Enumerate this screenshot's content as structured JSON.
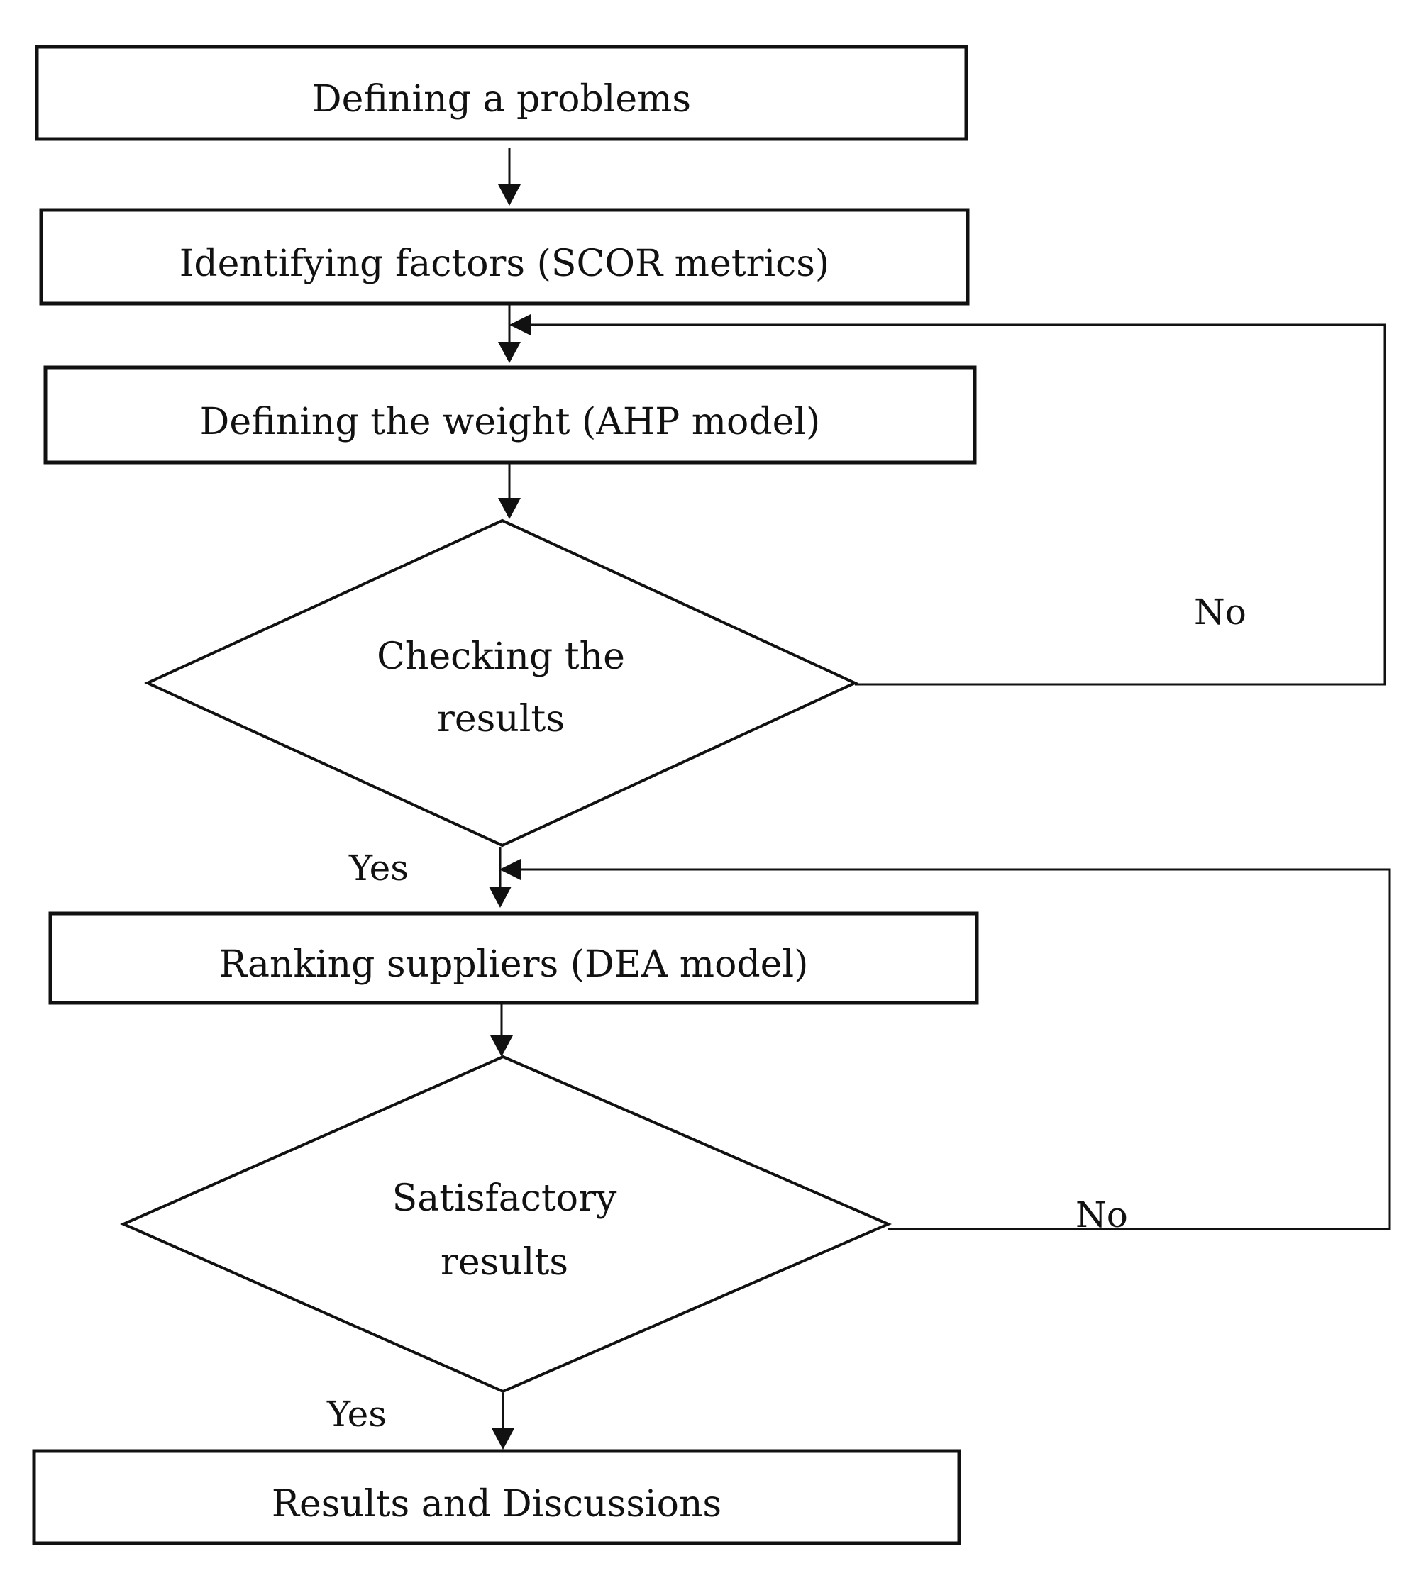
{
  "nodes": {
    "define_problem": "Defining a problems",
    "identify_factors": "Identifying factors (SCOR metrics)",
    "define_weight": "Defining the weight (AHP model)",
    "check_results": [
      "Checking the",
      "results"
    ],
    "rank_suppliers": "Ranking suppliers (DEA model)",
    "satisfactory": [
      "Satisfactory",
      "results"
    ],
    "results_discussions": "Results and Discussions"
  },
  "edges": {
    "check_no": "No",
    "check_yes": "Yes",
    "satisfactory_no": "No",
    "satisfactory_yes": "Yes"
  }
}
